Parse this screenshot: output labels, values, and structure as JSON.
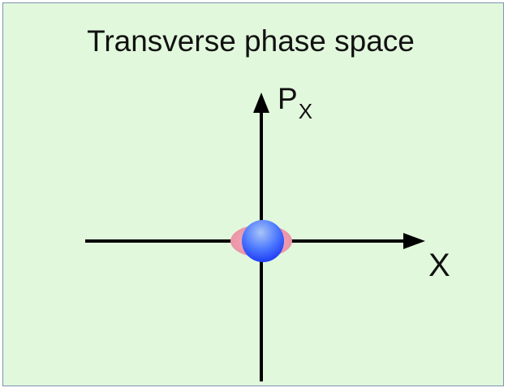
{
  "title": "Transverse phase space",
  "axes": {
    "y_label_main": "P",
    "y_label_sub": "X",
    "x_label": "X"
  },
  "colors": {
    "background": "#e1f8dc",
    "border": "#7f93b3",
    "axis": "#000000",
    "particle_core": "#2d55ff",
    "particle_halo": "#f2a4b4"
  }
}
